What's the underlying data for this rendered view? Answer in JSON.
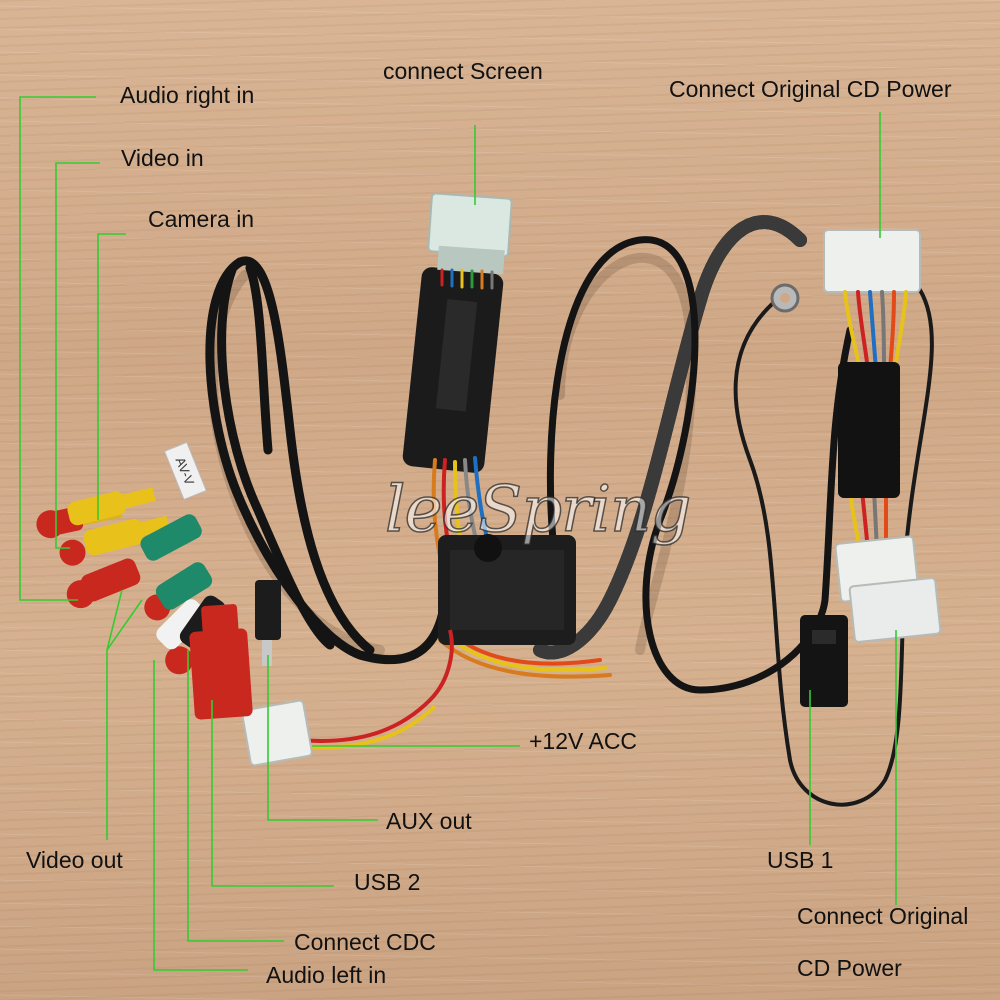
{
  "labels": {
    "audio_right_in": "Audio right in",
    "video_in": "Video in",
    "camera_in": "Camera in",
    "connect_screen": "connect Screen",
    "connect_cd_power_top": "Connect Original CD Power",
    "acc": "+12V ACC",
    "aux_out": "AUX out",
    "video_out": "Video out",
    "usb2": "USB 2",
    "connect_cdc": "Connect CDC",
    "audio_left_in": "Audio left in",
    "usb1": "USB 1",
    "connect_original": "Connect Original",
    "cd_power": "CD Power"
  },
  "watermark": "leeSpring",
  "cable_tags": {
    "av": "AV-V"
  },
  "colors": {
    "leader_line": "#33cc33",
    "cable": "#141414",
    "rca_red": "#c8281e",
    "rca_yellow": "#e8c21a",
    "rca_green": "#1e8a6a",
    "rca_white": "#f2f2f2",
    "connector_white": "#eef0ee",
    "connector_mint": "#dbe8e2"
  }
}
